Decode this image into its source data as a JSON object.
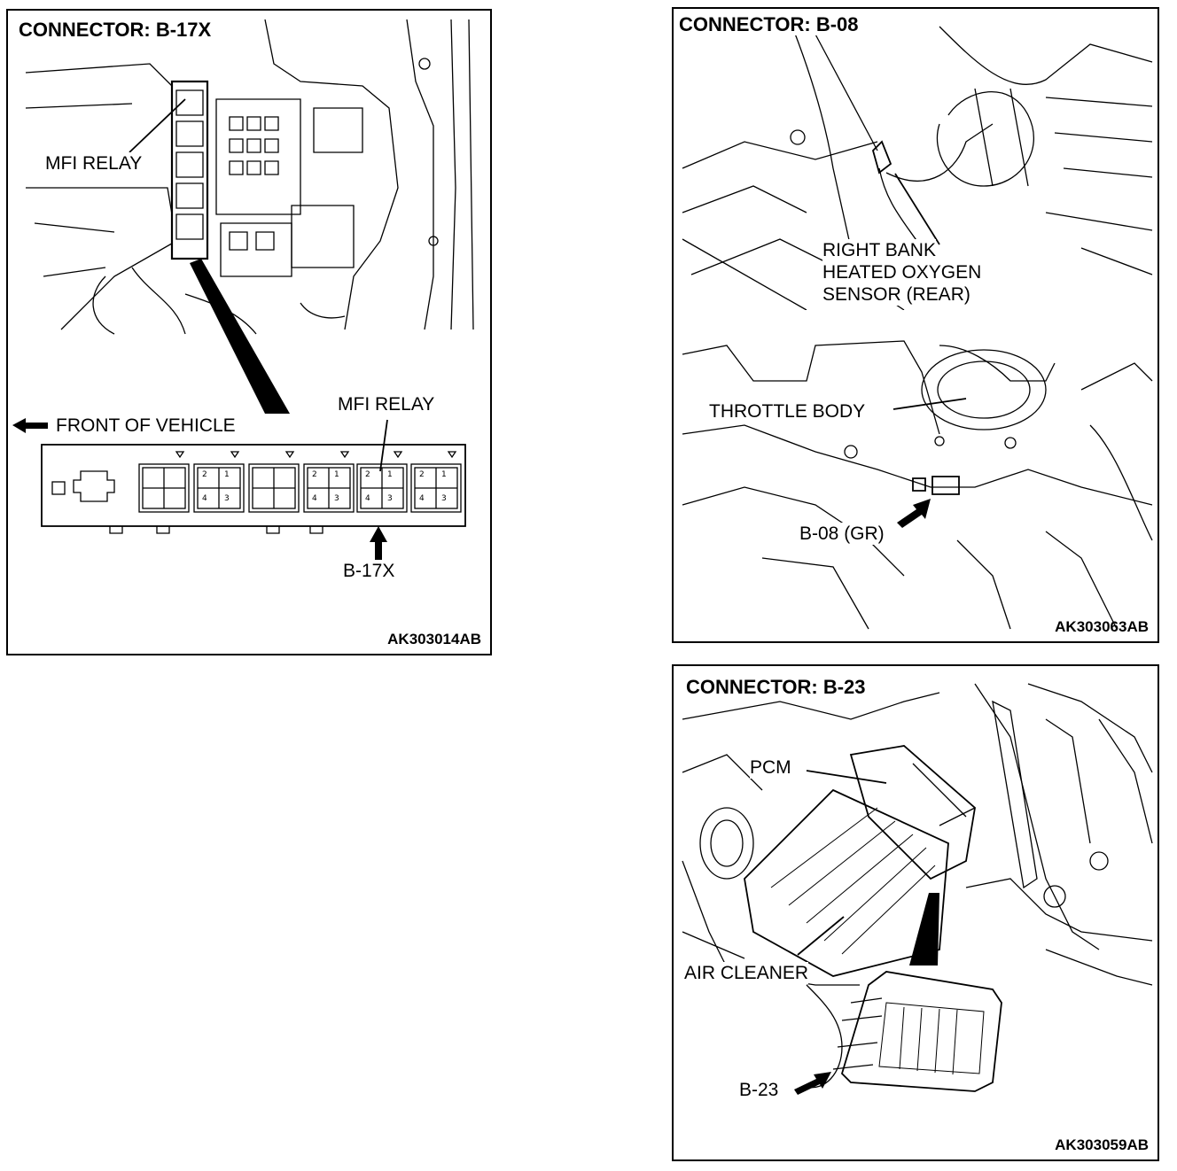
{
  "panel_a": {
    "title": "CONNECTOR: B-17X",
    "code": "AK303014AB",
    "labels": {
      "mfi_relay_top": "MFI RELAY",
      "front_of_vehicle": "FRONT OF VEHICLE",
      "mfi_relay_detail": "MFI RELAY",
      "connector": "B-17X"
    },
    "pins": [
      "2",
      "1",
      "4",
      "3"
    ]
  },
  "panel_b": {
    "title": "CONNECTOR: B-08",
    "code": "AK303063AB",
    "labels": {
      "sensor_line1": "RIGHT BANK",
      "sensor_line2": "HEATED OXYGEN",
      "sensor_line3": "SENSOR (REAR)",
      "throttle_body": "THROTTLE BODY",
      "connector": "B-08 (GR)"
    }
  },
  "panel_c": {
    "title": "CONNECTOR: B-23",
    "code": "AK303059AB",
    "labels": {
      "pcm": "PCM",
      "air_cleaner": "AIR CLEANER",
      "connector": "B-23"
    }
  }
}
